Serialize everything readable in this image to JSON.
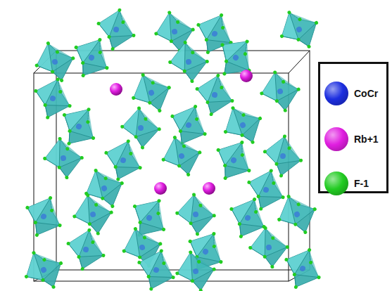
{
  "diagram": {
    "legend": [
      {
        "text": "CoCr",
        "color": "#1c2ee0"
      },
      {
        "text": "Rb+1",
        "color": "#e01ee0"
      },
      {
        "text": "F-1",
        "color": "#22cc22"
      }
    ]
  }
}
